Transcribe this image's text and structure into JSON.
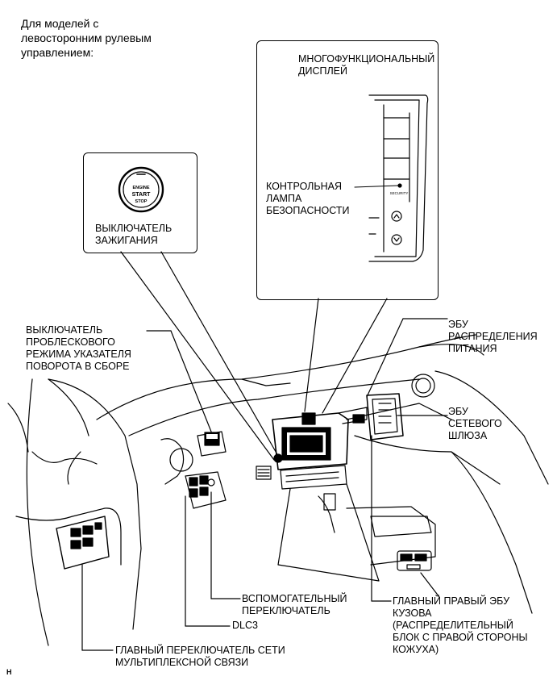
{
  "header": {
    "text": "Для моделей с\nлевосторонним рулевым\nуправлением:"
  },
  "callouts": {
    "multi_display": "МНОГОФУНКЦИОНАЛЬНЫЙ\nДИСПЛЕЙ",
    "security_lamp": "КОНТРОЛЬНАЯ\nЛАМПА\nБЕЗОПАСНОСТИ",
    "ignition_switch": "ВЫКЛЮЧАТЕЛЬ\nЗАЖИГАНИЯ",
    "hazard_switch": "ВЫКЛЮЧАТЕЛЬ\nПРОБЛЕСКОВОГО\nРЕЖИМА УКАЗАТЕЛЯ\nПОВОРОТА В СБОРЕ",
    "power_dist_ecu": "ЭБУ\nРАСПРЕДЕЛЕНИЯ\nПИТАНИЯ",
    "gateway_ecu": "ЭБУ\nСЕТЕВОГО\nШЛЮЗА",
    "aux_switch": "ВСПОМОГАТЕЛЬНЫЙ\nПЕРЕКЛЮЧАТЕЛЬ",
    "dlc3": "DLC3",
    "main_body_ecu": "ГЛАВНЫЙ ПРАВЫЙ ЭБУ\nКУЗОВА\n(РАСПРЕДЕЛИТЕЛЬНЫЙ\nБЛОК С ПРАВОЙ СТОРОНЫ\nКОЖУХА)",
    "multiplex_switch": "ГЛАВНЫЙ ПЕРЕКЛЮЧАТЕЛЬ СЕТИ\nМУЛЬТИПЛЕКСНОЙ СВЯЗИ"
  },
  "button_text": {
    "line1": "ENGINE",
    "line2": "START",
    "line3": "STOP"
  },
  "display_text": {
    "security": "SECURITY"
  },
  "figure_id": "H",
  "colors": {
    "line": "#000000",
    "background": "#ffffff"
  }
}
